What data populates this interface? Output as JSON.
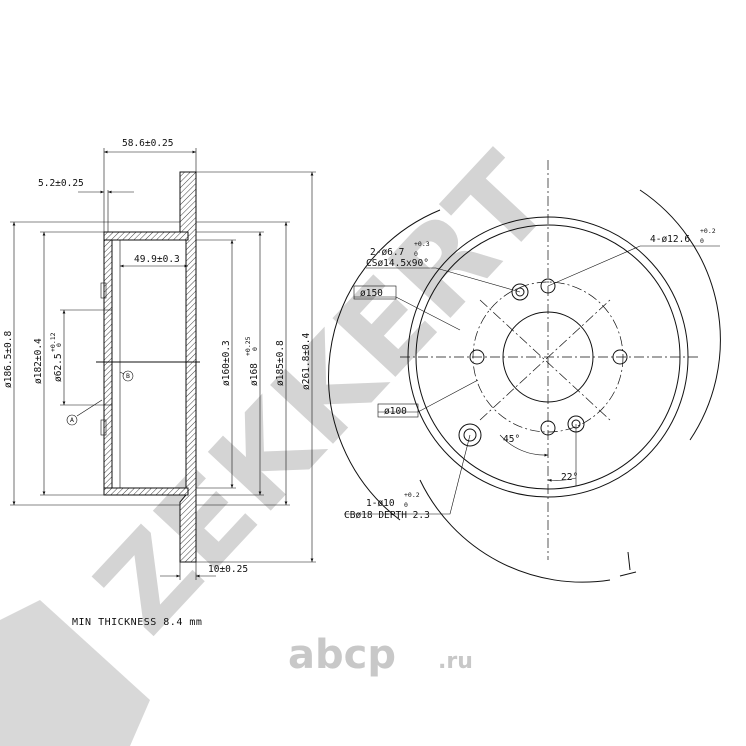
{
  "watermark": {
    "brand": "ZEKKERT",
    "site_logo_text": "abcp",
    "site_logo_suffix": ".ru"
  },
  "side_view": {
    "dim_overall_height": "58.6±0.25",
    "dim_flange": "5.2±0.25",
    "dim_inner_height": "49.9±0.3",
    "dim_186": "ø186.5±0.8",
    "dim_182": "ø182±0.4",
    "dim_62": "ø62.5",
    "dim_62_tol": "+0.12",
    "dim_62_tol_low": "0",
    "dim_160": "ø160±0.3",
    "dim_168": "ø168",
    "dim_168_tol": "+0.25",
    "dim_168_tol_low": "0",
    "dim_185": "ø185±0.8",
    "dim_261": "ø261.8±0.4",
    "dim_thickness": "10±0.25",
    "datum_a": "A",
    "datum_b": "B"
  },
  "front_view": {
    "hole_small_label": "2-ø6.7",
    "hole_small_tol": "+0.3",
    "hole_small_tol_low": "0",
    "countersink_label": "CSø14.5x90°",
    "bolt_holes_label": "4-ø12.6",
    "bolt_holes_tol": "+0.2",
    "bolt_holes_tol_low": "0",
    "pcd_label": "ø150",
    "center_label": "ø100",
    "angle_45": "45°",
    "angle_22": "22°",
    "hole_large_label": "1-ø10",
    "hole_large_tol": "+0.2",
    "hole_large_tol_low": "0",
    "counterbore_label": "CBø18 DEPTH 2.3"
  },
  "notes": {
    "min_thickness": "MIN THICKNESS 8.4 mm"
  }
}
